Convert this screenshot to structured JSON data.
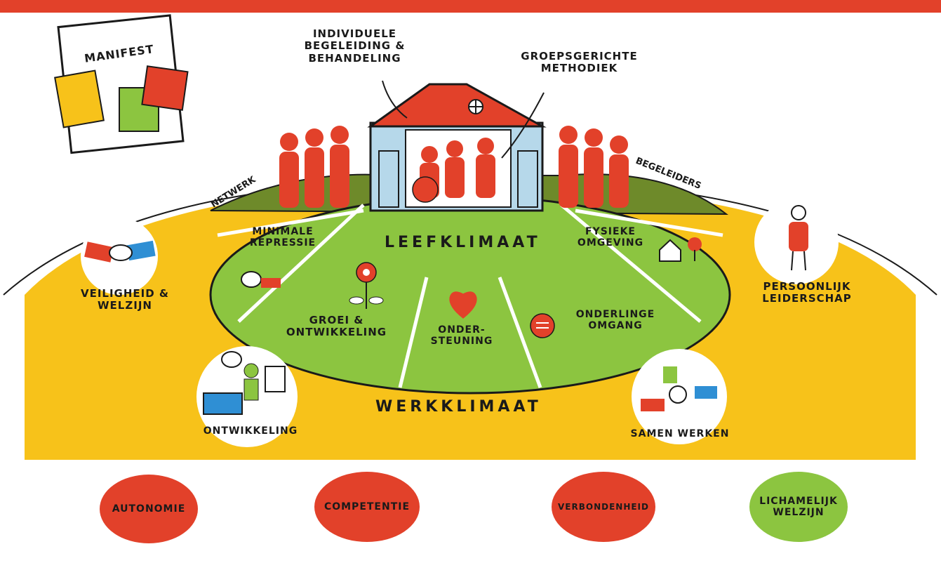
{
  "manifest": {
    "title": "MANIFEST"
  },
  "house_labels": {
    "individual": "INDIVIDUELE BEGELEIDING & BEHANDELING",
    "group": "GROEPSGERICHTE METHODIEK"
  },
  "people_labels": {
    "network": "NETWERK",
    "supervisors": "BEGELEIDERS"
  },
  "leefklimaat": {
    "title": "LEEFKLIMAAT",
    "segments": [
      "MINIMALE REPRESSIE",
      "FYSIEKE OMGEVING",
      "GROEI & ONTWIKKELING",
      "ONDER-STEUNING",
      "ONDERLINGE OMGANG"
    ]
  },
  "werkklimaat": {
    "title": "WERKKLIMAAT",
    "items": [
      "VEILIGHEID & WELZIJN",
      "PERSOONLIJK LEIDERSCHAP",
      "ONTWIKKELING",
      "SAMEN WERKEN"
    ]
  },
  "needs": [
    "AUTONOMIE",
    "COMPETENTIE",
    "VERBONDENHEID",
    "LICHAMELIJK WELZIJN"
  ],
  "colors": {
    "red": "#e2412a",
    "yellow": "#f7c21a",
    "green": "#8cc540",
    "dark_green": "#6e8a2a",
    "house_blue": "#b6d8ea",
    "outline": "#1a1a1a"
  }
}
